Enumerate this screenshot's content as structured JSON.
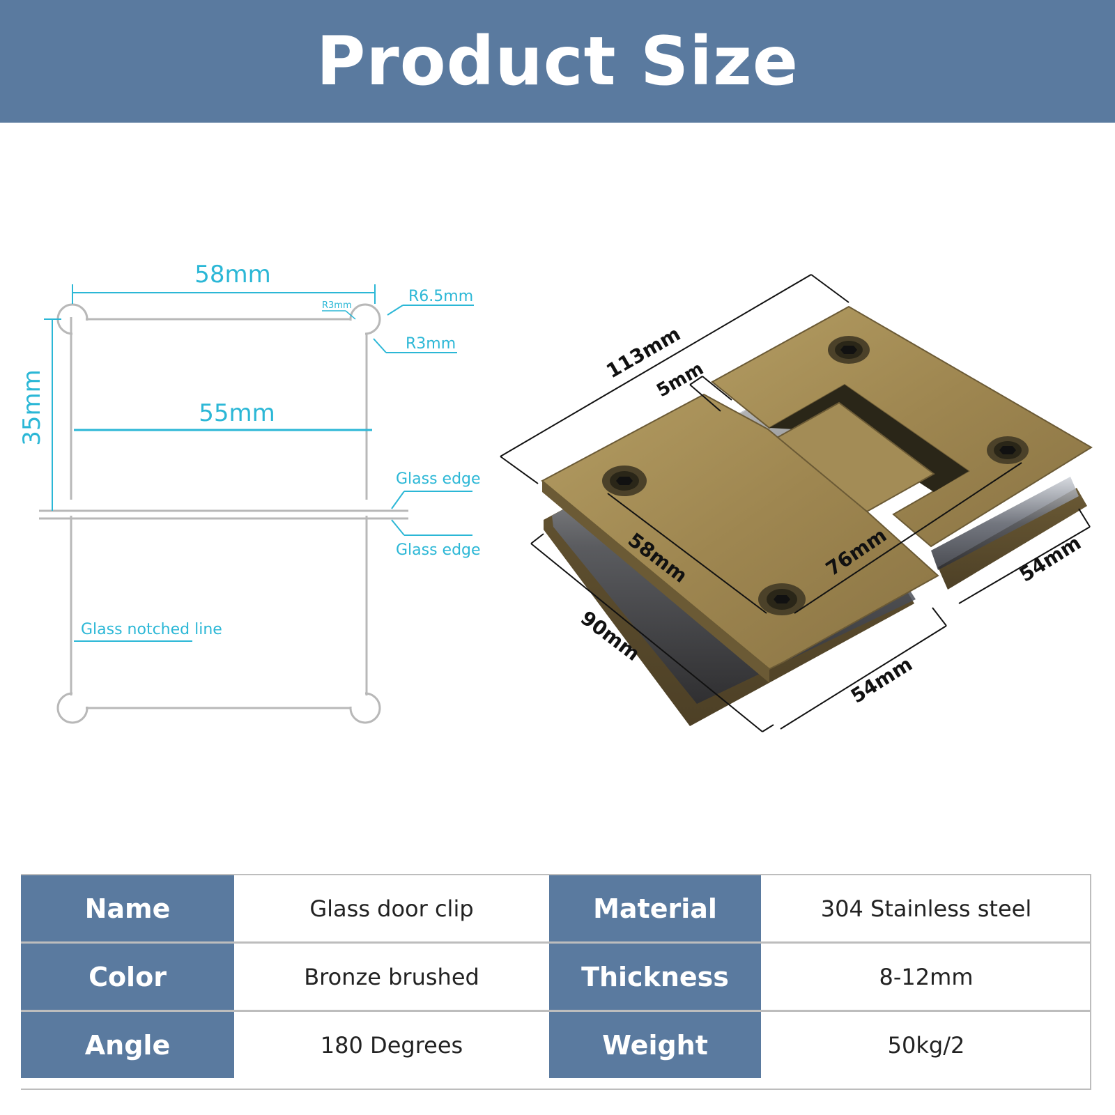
{
  "header": {
    "title": "Product Size"
  },
  "diagram": {
    "top_width": "58mm",
    "corner_big_radius": "R6.5mm",
    "corner_small_radius_top": "R3mm",
    "corner_small_radius_side": "R3mm",
    "height": "35mm",
    "inner_width": "55mm",
    "glass_edge_top": "Glass edge",
    "glass_edge_bottom": "Glass edge",
    "glass_notched_line": "Glass notched line"
  },
  "product": {
    "length": "113mm",
    "gap": "5mm",
    "hole_spacing_short": "58mm",
    "hole_spacing_long": "76mm",
    "depth_left": "90mm",
    "width_left": "54mm",
    "width_right": "54mm",
    "colors": {
      "bronze": "#a18a55",
      "bronze_dark": "#7d6a3f",
      "dimension_line": "#111111"
    }
  },
  "specs": {
    "rows": [
      {
        "label1": "Name",
        "value1": "Glass door clip",
        "label2": "Material",
        "value2": "304 Stainless steel"
      },
      {
        "label1": "Color",
        "value1": "Bronze brushed",
        "label2": "Thickness",
        "value2": "8-12mm"
      },
      {
        "label1": "Angle",
        "value1": "180 Degrees",
        "label2": "Weight",
        "value2": "50kg/2"
      }
    ]
  },
  "colors": {
    "header_bg": "#5a7a9f",
    "accent_cyan": "#2bb7d6",
    "label_bg": "#5a7a9f"
  }
}
